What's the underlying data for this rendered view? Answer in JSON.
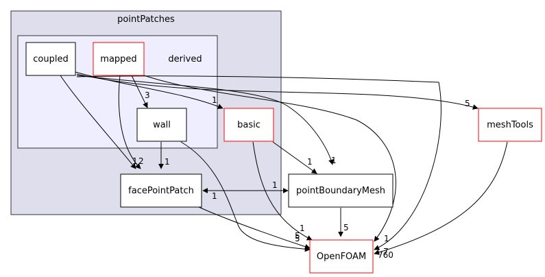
{
  "clusters": {
    "outer": {
      "label": "pointPatches",
      "fill": "#dedeec",
      "stroke": "#333333"
    },
    "inner": {
      "label": "derived",
      "fill": "#eeeeff",
      "stroke": "#333333"
    }
  },
  "nodes": {
    "coupled": {
      "label": "coupled",
      "border": "#000000"
    },
    "mapped": {
      "label": "mapped",
      "border": "#ff0000"
    },
    "wall": {
      "label": "wall",
      "border": "#000000"
    },
    "basic": {
      "label": "basic",
      "border": "#ff0000"
    },
    "facePointPatch": {
      "label": "facePointPatch",
      "border": "#000000"
    },
    "pointBoundaryMesh": {
      "label": "pointBoundaryMesh",
      "border": "#000000"
    },
    "meshTools": {
      "label": "meshTools",
      "border": "#ff0000"
    },
    "OpenFOAM": {
      "label": "OpenFOAM",
      "border": "#ff0000"
    }
  },
  "edges": [
    {
      "from": "coupled",
      "to": "facePointPatch",
      "count": "1"
    },
    {
      "from": "coupled",
      "to": "basic",
      "count": "1"
    },
    {
      "from": "coupled",
      "to": "pointBoundaryMesh",
      "count": "1"
    },
    {
      "from": "coupled",
      "to": "meshTools",
      "count": "5"
    },
    {
      "from": "coupled",
      "to": "OpenFOAM",
      "count": "7"
    },
    {
      "from": "mapped",
      "to": "wall",
      "count": "3"
    },
    {
      "from": "mapped",
      "to": "facePointPatch",
      "count": "2"
    },
    {
      "from": "mapped",
      "to": "OpenFOAM",
      "count": "1"
    },
    {
      "from": "wall",
      "to": "facePointPatch",
      "count": "1"
    },
    {
      "from": "wall",
      "to": "OpenFOAM",
      "count": "5"
    },
    {
      "from": "basic",
      "to": "pointBoundaryMesh",
      "count": "1"
    },
    {
      "from": "basic",
      "to": "OpenFOAM",
      "count": "1"
    },
    {
      "from": "facePointPatch",
      "to": "pointBoundaryMesh",
      "count": "1"
    },
    {
      "from": "pointBoundaryMesh",
      "to": "facePointPatch",
      "count": "1"
    },
    {
      "from": "facePointPatch",
      "to": "OpenFOAM",
      "count": "5"
    },
    {
      "from": "pointBoundaryMesh",
      "to": "OpenFOAM",
      "count": "5"
    },
    {
      "from": "meshTools",
      "to": "OpenFOAM",
      "count": "760"
    }
  ]
}
